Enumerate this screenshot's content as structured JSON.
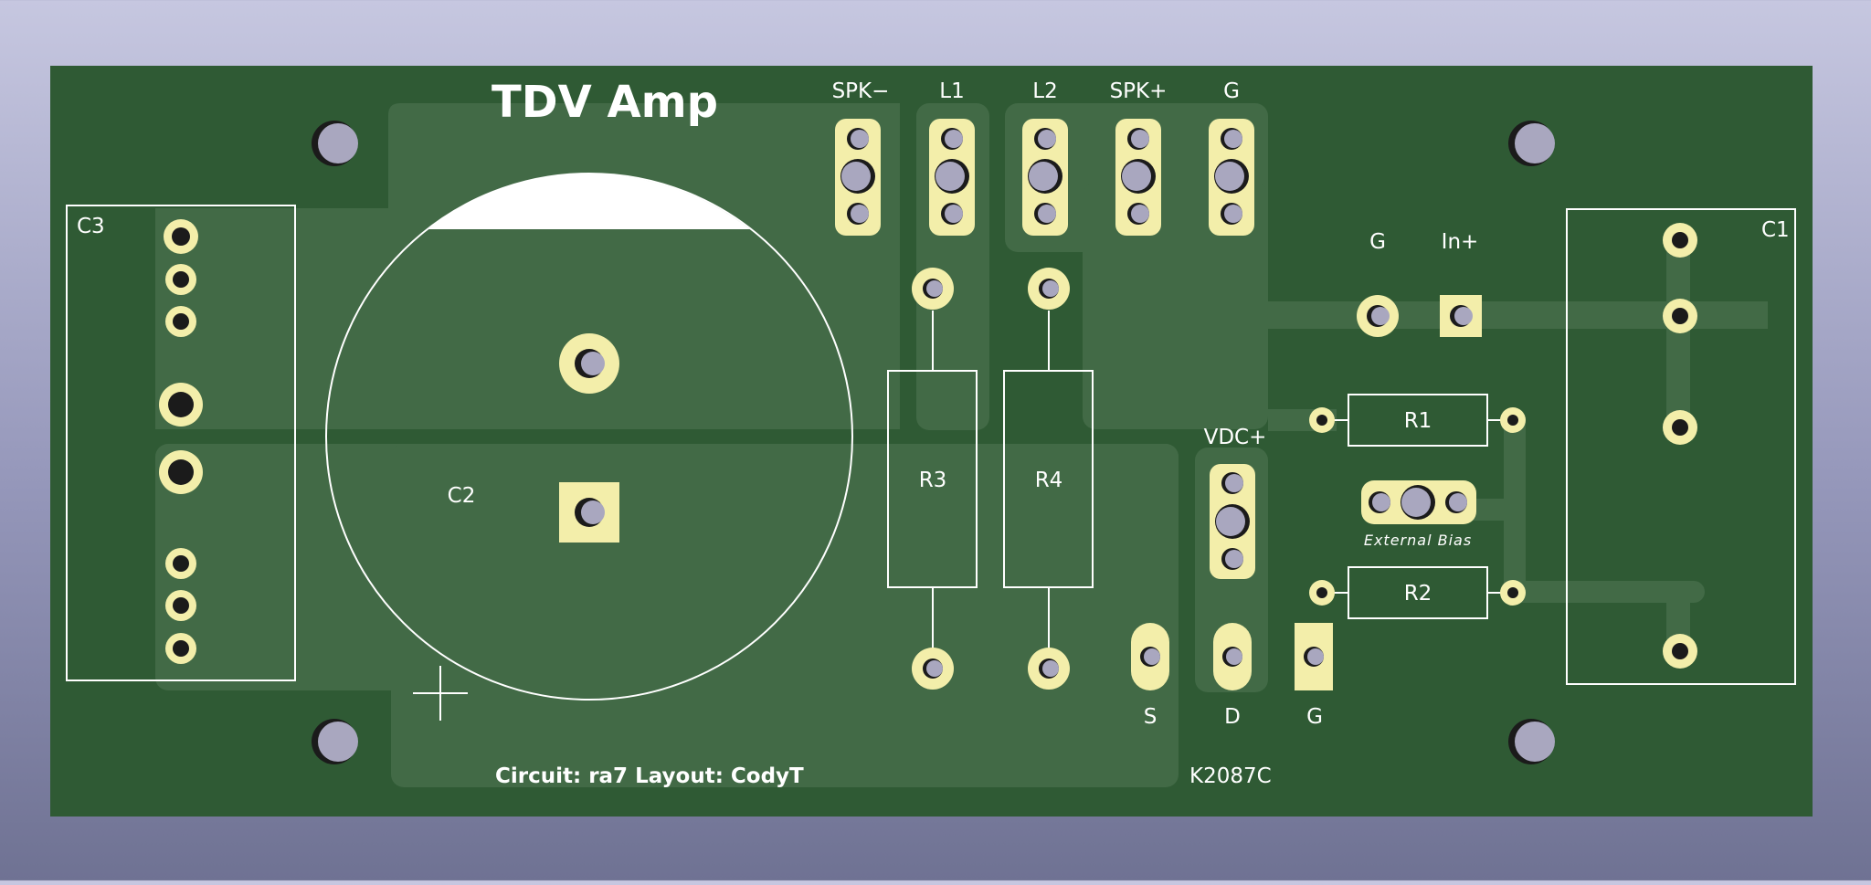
{
  "board": {
    "title": "TDV Amp",
    "credits": "Circuit: ra7  Layout: CodyT",
    "part_number": "K2087C"
  },
  "labels": {
    "spk_minus": "SPK−",
    "l1": "L1",
    "l2": "L2",
    "spk_plus": "SPK+",
    "g_top": "G",
    "g_input": "G",
    "in_plus": "In+",
    "c3": "C3",
    "c1": "C1",
    "c2": "C2",
    "r1": "R1",
    "r2": "R2",
    "r3": "R3",
    "r4": "R4",
    "vdc_plus": "VDC+",
    "external_bias": "External Bias",
    "s": "S",
    "d": "D",
    "g_mosfet": "G"
  },
  "colors": {
    "background_top": "#c6c7e0",
    "background_bottom": "#6f7293",
    "board": "#2f5a34",
    "copper_fill": "#426a46",
    "pad": "#f3eeaa",
    "silkscreen": "#ffffff",
    "drill": "#a7a5bd"
  },
  "icons": [
    "mounting-hole-icon",
    "plus-marker-icon"
  ]
}
